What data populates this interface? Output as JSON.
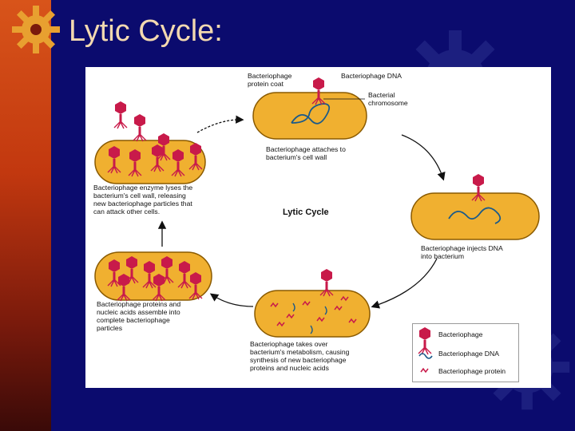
{
  "title": "Lytic Cycle:",
  "diagram": {
    "center_title": "Lytic Cycle",
    "labels": {
      "protein_coat": "Bacteriophage\nprotein coat",
      "phage_dna": "Bacteriophage DNA",
      "bacterial_chromosome": "Bacterial\nchromosome",
      "attaches": "Bacteriophage attaches to\nbacterium's cell wall",
      "injects": "Bacteriophage injects DNA\ninto bacterium",
      "takes_over": "Bacteriophage takes over\nbacterium's metabolism, causing\nsynthesis of new bacteriophage\nproteins and nucleic acids",
      "assemble": "Bacteriophage proteins and\nnucleic acids assemble into\ncomplete bacteriophage\nparticles",
      "lyses": "Bacteriophage enzyme lyses the\nbacterium's cell wall, releasing\nnew bacteriophage particles that\ncan attack other cells."
    },
    "legend": [
      {
        "label": "Bacteriophage",
        "icon": "phage-icon"
      },
      {
        "label": "Bacteriophage DNA",
        "icon": "dna-icon"
      },
      {
        "label": "Bacteriophage protein",
        "icon": "protein-icon"
      }
    ],
    "colors": {
      "background": "#0b0b6e",
      "cell_fill": "#f0b030",
      "cell_outline": "#8a5a00",
      "phage": "#c81a4a",
      "dna": "#1a5a8a",
      "title_text": "#f3d9b0"
    }
  }
}
